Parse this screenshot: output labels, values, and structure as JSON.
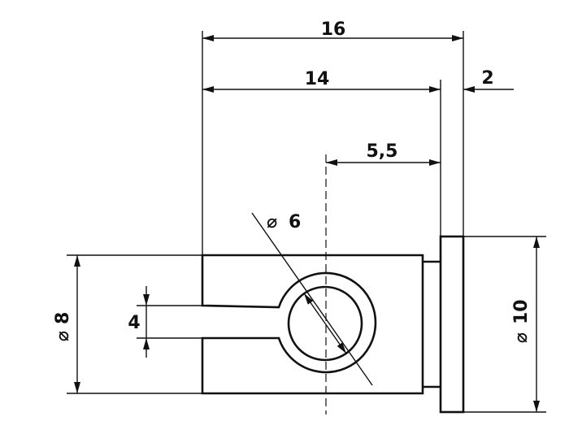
{
  "drawing": {
    "dimensions": {
      "overall_length": "16",
      "body_length": "14",
      "flange_thickness": "2",
      "center_offset": "5,5",
      "hole_diameter": "6",
      "slot_width": "4",
      "body_diameter": "8",
      "flange_diameter": "10"
    },
    "diameter_symbol": "⌀",
    "colors": {
      "line": "#111111",
      "background": "#ffffff"
    }
  }
}
